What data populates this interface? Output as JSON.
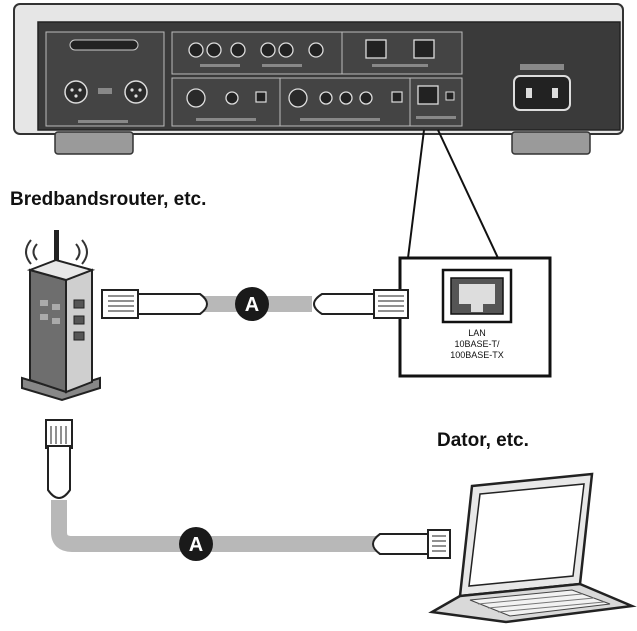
{
  "captions": {
    "router": "Bredbandsrouter, etc.",
    "computer": "Dator, etc."
  },
  "cable_marker": "A",
  "lan_port": {
    "line1": "LAN",
    "line2": "10BASE-T/",
    "line3": "100BASE-TX"
  },
  "colors": {
    "cable": "#b8b8b8",
    "marker": "#1a1a1a",
    "panel": "#3a3a3a",
    "chassis": "#e6e6e6"
  }
}
